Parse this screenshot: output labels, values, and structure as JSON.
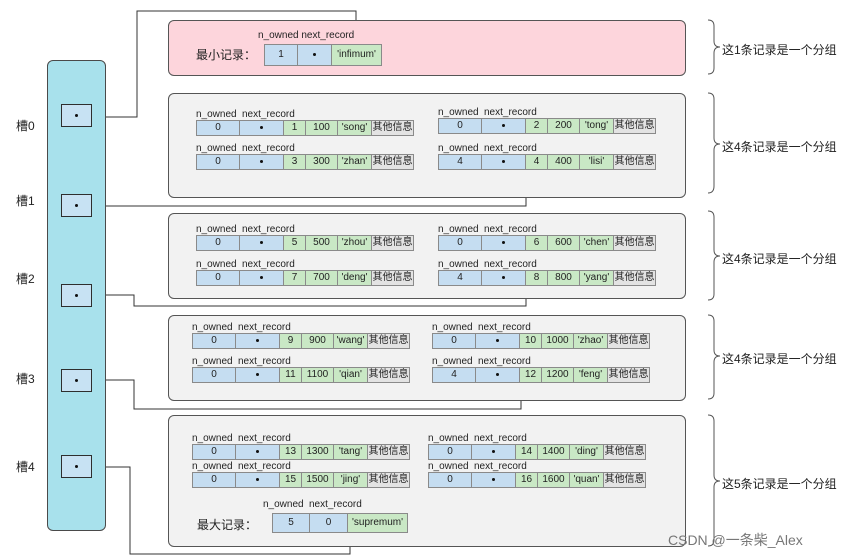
{
  "slots": [
    {
      "label": "槽0"
    },
    {
      "label": "槽1"
    },
    {
      "label": "槽2"
    },
    {
      "label": "槽3"
    },
    {
      "label": "槽4"
    }
  ],
  "infimum": {
    "title": "最小记录：",
    "header_owned_next": "n_owned next_record",
    "n_owned": "1",
    "value": "'infimum'"
  },
  "supremum": {
    "title": "最大记录：",
    "header_owned": "n_owned",
    "header_next": "next_record",
    "n_owned": "5",
    "next": "0",
    "value": "'supremum'"
  },
  "header": {
    "owned": "n_owned",
    "next": "next_record"
  },
  "other_info": "其他信息",
  "groups": [
    {
      "brace": "这4条记录是一个分组",
      "records": [
        {
          "n_owned": "0",
          "id": "1",
          "num": "100",
          "name": "'song'"
        },
        {
          "n_owned": "0",
          "id": "2",
          "num": "200",
          "name": "'tong'"
        },
        {
          "n_owned": "0",
          "id": "3",
          "num": "300",
          "name": "'zhan'"
        },
        {
          "n_owned": "4",
          "id": "4",
          "num": "400",
          "name": "'lisi'"
        }
      ]
    },
    {
      "brace": "这4条记录是一个分组",
      "records": [
        {
          "n_owned": "0",
          "id": "5",
          "num": "500",
          "name": "'zhou'"
        },
        {
          "n_owned": "0",
          "id": "6",
          "num": "600",
          "name": "'chen'"
        },
        {
          "n_owned": "0",
          "id": "7",
          "num": "700",
          "name": "'deng'"
        },
        {
          "n_owned": "4",
          "id": "8",
          "num": "800",
          "name": "'yang'"
        }
      ]
    },
    {
      "brace": "这4条记录是一个分组",
      "records": [
        {
          "n_owned": "0",
          "id": "9",
          "num": "900",
          "name": "'wang'"
        },
        {
          "n_owned": "0",
          "id": "10",
          "num": "1000",
          "name": "'zhao'"
        },
        {
          "n_owned": "0",
          "id": "11",
          "num": "1100",
          "name": "'qian'"
        },
        {
          "n_owned": "4",
          "id": "12",
          "num": "1200",
          "name": "'feng'"
        }
      ]
    },
    {
      "brace": "这5条记录是一个分组",
      "records": [
        {
          "n_owned": "0",
          "id": "13",
          "num": "1300",
          "name": "'tang'"
        },
        {
          "n_owned": "0",
          "id": "14",
          "num": "1400",
          "name": "'ding'"
        },
        {
          "n_owned": "0",
          "id": "15",
          "num": "1500",
          "name": "'jing'"
        },
        {
          "n_owned": "0",
          "id": "16",
          "num": "1600",
          "name": "'quan'"
        }
      ]
    }
  ],
  "infimum_brace": "这1条记录是一个分组",
  "watermark": "CSDN @一条柴_Alex"
}
